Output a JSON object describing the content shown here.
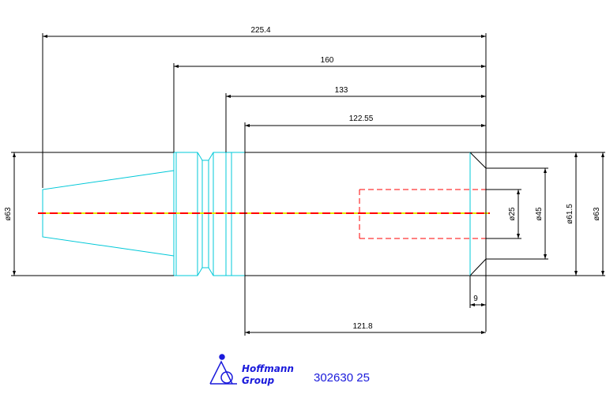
{
  "dimensions": {
    "overall_length": "225.4",
    "length_160": "160",
    "length_133": "133",
    "length_122_55": "122.55",
    "length_121_8": "121.8",
    "length_9": "9",
    "dia_63_left": "ø63",
    "dia_25": "ø25",
    "dia_45": "ø45",
    "dia_61_5": "ø61.5",
    "dia_63_right": "ø63"
  },
  "footer": {
    "logo_line1": "Hoffmann",
    "logo_line2": "Group",
    "part_number": "302630 25"
  },
  "colors": {
    "outline": "#00c8d8",
    "dimension": "#000000",
    "centerline_red": "#ff0000",
    "centerline_yellow": "#e6e600",
    "hidden_bore": "#ff0000",
    "logo": "#1a1adb"
  }
}
